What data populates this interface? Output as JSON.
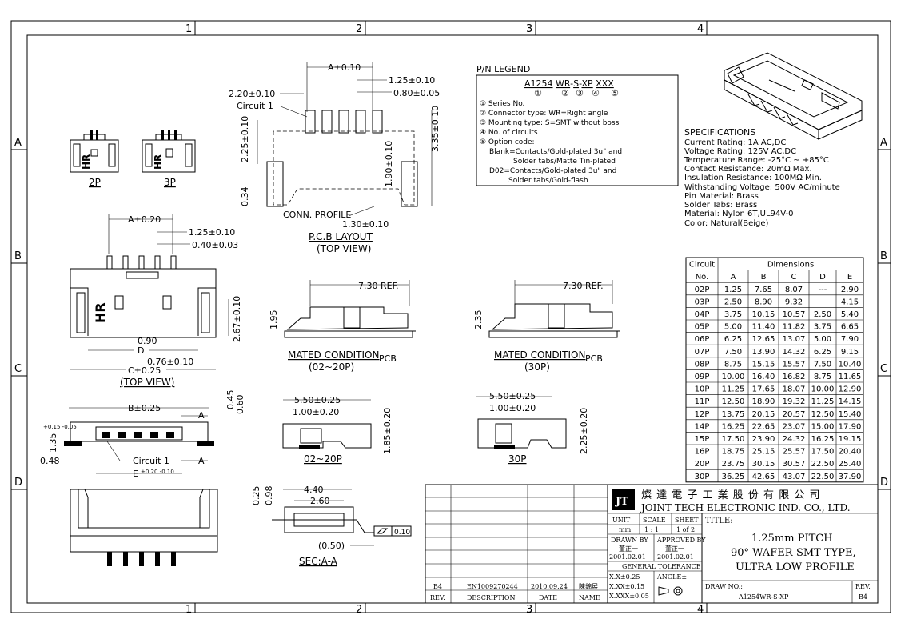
{
  "border": {
    "columns": [
      "1",
      "2",
      "3",
      "4"
    ],
    "rows": [
      "A",
      "B",
      "C",
      "D"
    ]
  },
  "pn_legend": {
    "title": "P/N LEGEND",
    "code_parts": [
      "A1254",
      "WR",
      "-",
      "S",
      "-",
      "XP",
      "XXX"
    ],
    "code_marks": [
      "①",
      "②",
      "③",
      "④",
      "⑤"
    ],
    "items": [
      "① Series No.",
      "② Connector type: WR=Right angle",
      "③ Mounting type: S=SMT without boss",
      "④ No. of circuits",
      "⑤ Option code:",
      "Blank=Contacts/Gold-plated 3u\" and",
      "Solder tabs/Matte Tin-plated",
      "D02=Contacts/Gold-plated 3u\" and",
      "Solder tabs/Gold-flash"
    ]
  },
  "specifications": {
    "title": "SPECIFICATIONS",
    "lines": [
      "Current Rating: 1A AC,DC",
      "Voltage Rating: 125V AC,DC",
      "Temperature Range: -25°C ~ +85°C",
      "Contact Resistance: 20mΩ Max.",
      "Insulation Resistance: 100MΩ Min.",
      "Withstanding Voltage: 500V AC/minute",
      "Pin Material: Brass",
      "Solder Tabs: Brass",
      "Material: Nylon 6T,UL94V-0",
      "Color: Natural(Beige)"
    ]
  },
  "dimensions_table": {
    "circuit_header": "Circuit",
    "no_header": "No.",
    "dim_header": "Dimensions",
    "columns": [
      "A",
      "B",
      "C",
      "D",
      "E"
    ],
    "rows": [
      [
        "02P",
        "1.25",
        "7.65",
        "8.07",
        "---",
        "2.90"
      ],
      [
        "03P",
        "2.50",
        "8.90",
        "9.32",
        "---",
        "4.15"
      ],
      [
        "04P",
        "3.75",
        "10.15",
        "10.57",
        "2.50",
        "5.40"
      ],
      [
        "05P",
        "5.00",
        "11.40",
        "11.82",
        "3.75",
        "6.65"
      ],
      [
        "06P",
        "6.25",
        "12.65",
        "13.07",
        "5.00",
        "7.90"
      ],
      [
        "07P",
        "7.50",
        "13.90",
        "14.32",
        "6.25",
        "9.15"
      ],
      [
        "08P",
        "8.75",
        "15.15",
        "15.57",
        "7.50",
        "10.40"
      ],
      [
        "09P",
        "10.00",
        "16.40",
        "16.82",
        "8.75",
        "11.65"
      ],
      [
        "10P",
        "11.25",
        "17.65",
        "18.07",
        "10.00",
        "12.90"
      ],
      [
        "11P",
        "12.50",
        "18.90",
        "19.32",
        "11.25",
        "14.15"
      ],
      [
        "12P",
        "13.75",
        "20.15",
        "20.57",
        "12.50",
        "15.40"
      ],
      [
        "14P",
        "16.25",
        "22.65",
        "23.07",
        "15.00",
        "17.90"
      ],
      [
        "15P",
        "17.50",
        "23.90",
        "24.32",
        "16.25",
        "19.15"
      ],
      [
        "16P",
        "18.75",
        "25.15",
        "25.57",
        "17.50",
        "20.40"
      ],
      [
        "20P",
        "23.75",
        "30.15",
        "30.57",
        "22.50",
        "25.40"
      ],
      [
        "30P",
        "36.25",
        "42.65",
        "43.07",
        "22.50",
        "37.90"
      ]
    ]
  },
  "views": {
    "small_2p": "2P",
    "small_3p": "3P",
    "hr": "HR",
    "pcb": {
      "a_dim": "A±0.10",
      "d125": "1.25±0.10",
      "d080": "0.80±0.05",
      "d220": "2.20±0.10",
      "circuit1": "Circuit 1",
      "d225": "2.25±0.10",
      "d335": "3.35±0.10",
      "d190": "1.90±0.10",
      "d034": "0.34",
      "conn_profile": "CONN. PROFILE",
      "d130": "1.30±0.10",
      "title": "P.C.B LAYOUT",
      "sub": "(TOP VIEW)"
    },
    "top": {
      "a_dim": "A±0.20",
      "d125": "1.25±0.10",
      "d040": "0.40±0.03",
      "d090": "0.90",
      "d": "D",
      "d076": "0.76±0.10",
      "c": "C±0.25",
      "d267": "2.67±0.10",
      "title": "(TOP VIEW)"
    },
    "mated1": {
      "ref": "7.30 REF.",
      "h": "1.95",
      "title": "MATED CONDITION",
      "pcb": "PCB",
      "sub": "(02~20P)"
    },
    "mated2": {
      "ref": "7.30 REF.",
      "h": "2.35",
      "title": "MATED CONDITION",
      "pcb": "PCB",
      "sub": "(30P)"
    },
    "front": {
      "b": "B±0.25",
      "a": "A",
      "d045": "0.45",
      "d060": "0.60",
      "d135": "1.35",
      "tol": "+0.15\n-0.05",
      "d048": "0.48",
      "circuit1": "Circuit 1",
      "e": "E",
      "etol": "+0.20\n-0.10"
    },
    "side1": {
      "d550": "5.50±0.25",
      "d100": "1.00±0.20",
      "d185": "1.85±0.20",
      "title": "02~20P"
    },
    "side2": {
      "d550": "5.50±0.25",
      "d100": "1.00±0.20",
      "d225": "2.25±0.20",
      "title": "30P"
    },
    "section": {
      "d025": "0.25",
      "d098": "0.98",
      "d440": "4.40",
      "d260": "2.60",
      "flat": "0.10",
      "d050": "(0.50)",
      "title": "SEC:A-A"
    }
  },
  "title_block": {
    "company_cn": "燦 達 電 子 工 業 股 份 有 限 公 司",
    "company_en": "JOINT TECH ELECTRONIC IND. CO., LTD.",
    "unit_label": "UNIT",
    "unit_value": "mm",
    "scale_label": "SCALE",
    "scale_value": "1 : 1",
    "sheet_label": "SHEET",
    "sheet_value": "1 of 2",
    "title_label": "TITLE:",
    "title_lines": [
      "1.25mm PITCH",
      "90° WAFER-SMT TYPE,",
      "ULTRA LOW PROFILE"
    ],
    "drawn_label": "DRAWN BY",
    "drawn_name": "董正一",
    "drawn_date": "2001.02.01",
    "approved_label": "APPROVED BY",
    "approved_name": "董正一",
    "approved_date": "2001.02.01",
    "general_tolerance": "GENERAL TOLERANCE",
    "tol_lines": [
      "X.X±0.25",
      "X.XX±0.15",
      "X.XXX±0.05"
    ],
    "angle_label": "ANGLE±",
    "draw_no_label": "DRAW NO.:",
    "draw_no": "A1254WR-S-XP",
    "rev_label": "REV.",
    "rev_value": "B4",
    "revision": {
      "rev": "B4",
      "description": "EN1009270244",
      "date": "2010.09.24",
      "name": "陳錦展"
    },
    "rev_headers": [
      "REV.",
      "DESCRIPTION",
      "DATE",
      "NAME"
    ],
    "logo_text": "JT"
  }
}
